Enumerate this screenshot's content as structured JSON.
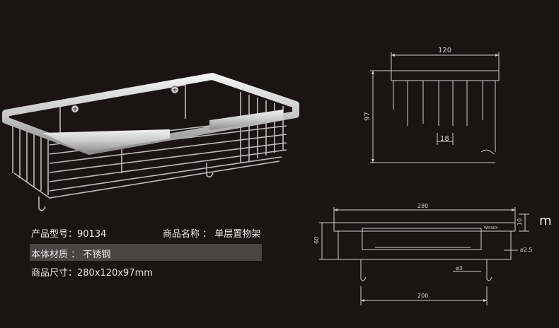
{
  "specs": {
    "model_label": "产品型号：",
    "model_value": "90134",
    "name_label": "商品名称 ：",
    "name_value": "单层置物架",
    "material_label": "本体材质 ：",
    "material_value": "不锈钢",
    "size_label": "商品尺寸：",
    "size_value": "280x120x97mm"
  },
  "side_view": {
    "width_label": "120",
    "height_label": "97",
    "spacing_label": "18"
  },
  "front_view": {
    "length_label": "280",
    "thickness_label": "10",
    "height_label": "60",
    "rod_label": "ø2.5",
    "wire_label": "ø3",
    "mount_label": "200",
    "brand_label": "WEISIDI"
  },
  "unit_label": "m"
}
